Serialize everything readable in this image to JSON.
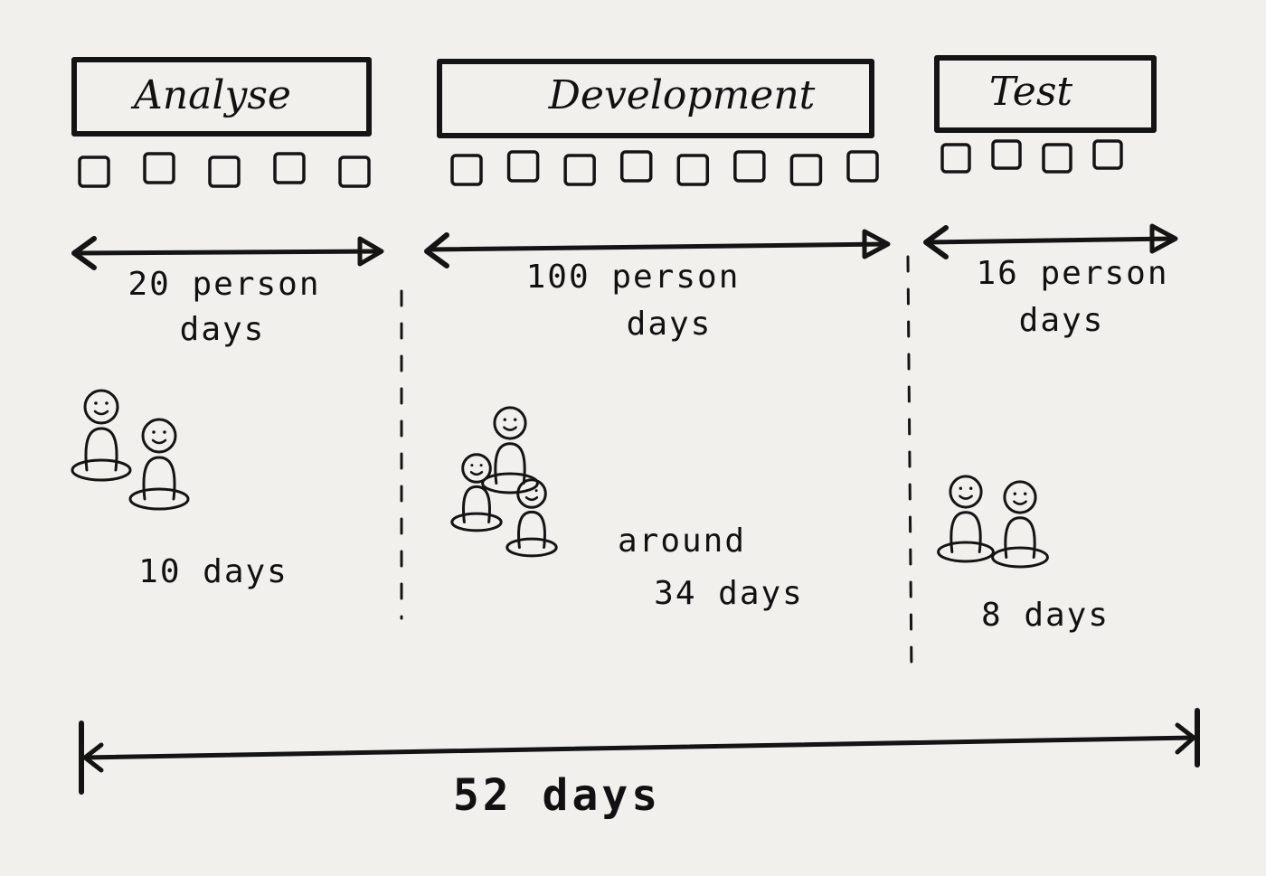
{
  "phases": [
    {
      "title": "Analyse",
      "effort_line1": "20 person",
      "effort_line2": "days",
      "duration": "10 days",
      "task_count": 5,
      "people_count": 2
    },
    {
      "title": "Development",
      "effort_line1": "100 person",
      "effort_line2": "days",
      "duration_line1": "around",
      "duration_line2": "34 days",
      "task_count": 8,
      "people_count": 3
    },
    {
      "title": "Test",
      "effort_line1": "16 person",
      "effort_line2": "days",
      "duration": "8 days",
      "task_count": 4,
      "people_count": 2
    }
  ],
  "total": "52 days"
}
